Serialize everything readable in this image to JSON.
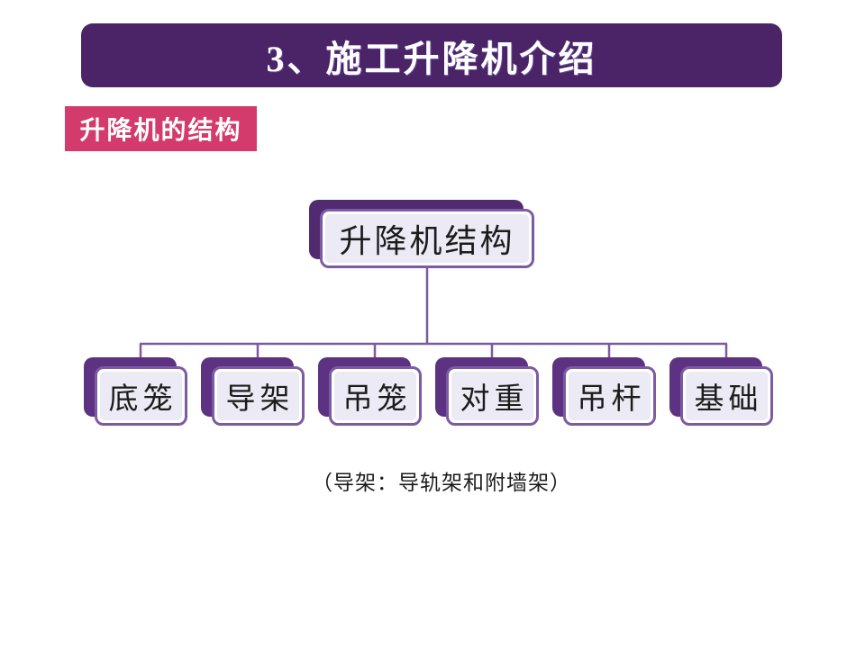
{
  "slide": {
    "title": "3、施工升降机介绍",
    "section_label": "升降机的结构",
    "caption": "（导架：导轨架和附墙架）"
  },
  "diagram": {
    "type": "org-chart",
    "root": "升降机结构",
    "children": [
      "底笼",
      "导架",
      "吊笼",
      "对重",
      "吊杆",
      "基础"
    ]
  },
  "colors": {
    "header_bg": "#4a2466",
    "label_bg": "#d23b6b",
    "root_back": "#522a70",
    "node_back": "#5e3282",
    "node_border": "#7d5ba4",
    "node_fill": "#eceaf4",
    "connector": "#7b5aa0"
  }
}
